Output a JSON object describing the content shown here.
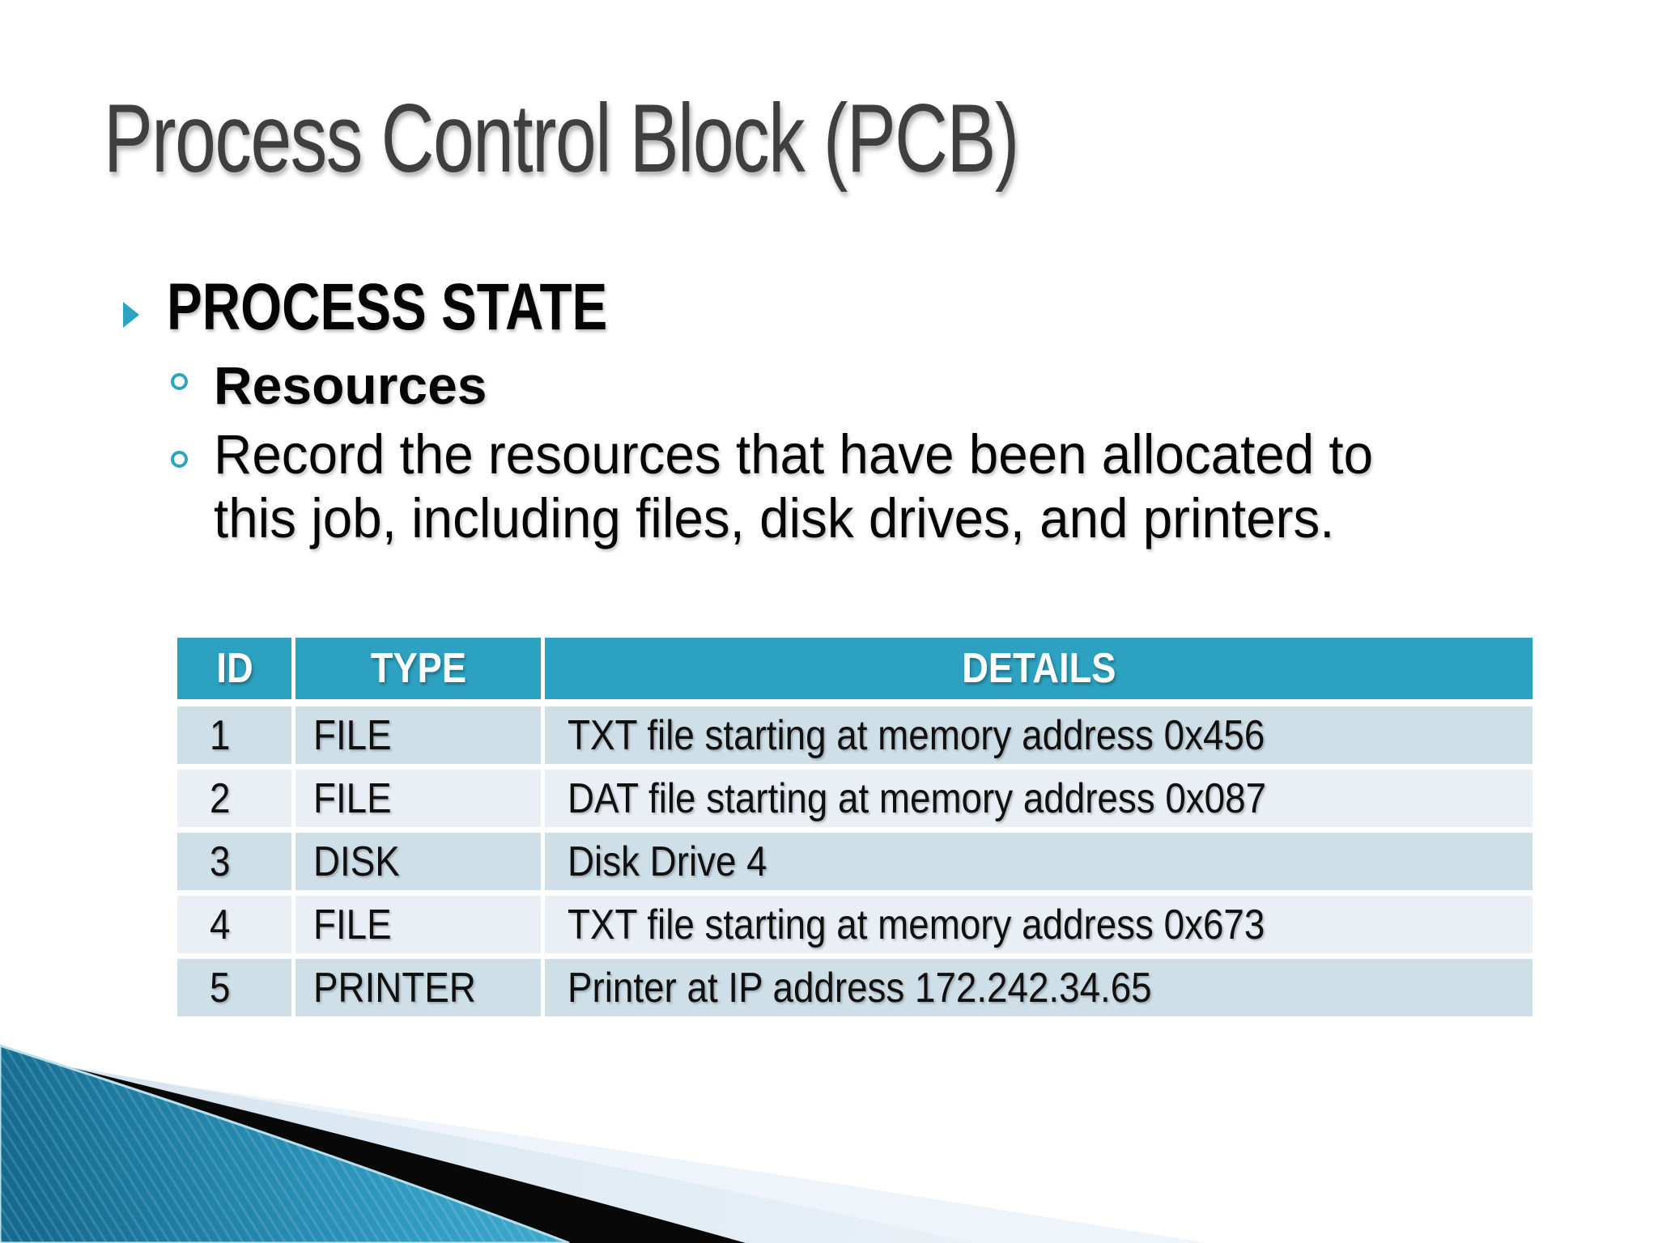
{
  "slide": {
    "title": "Process Control Block (PCB)",
    "content": {
      "heading": "PROCESS STATE",
      "sub_bullet_1": "Resources",
      "sub_bullet_2_lines": [
        "Record the resources that have been allocated to",
        "this job, including files, disk drives, and printers."
      ]
    },
    "table": {
      "headers": [
        "ID",
        "TYPE",
        "DETAILS"
      ],
      "rows": [
        [
          "1",
          "FILE",
          "TXT file starting at memory address 0x456"
        ],
        [
          "2",
          "FILE",
          "DAT file starting at memory address 0x087"
        ],
        [
          "3",
          "DISK",
          "Disk Drive 4"
        ],
        [
          "4",
          "FILE",
          "TXT file starting at memory address 0x673"
        ],
        [
          "5",
          "PRINTER",
          "Printer at IP address 172.242.34.65"
        ]
      ]
    },
    "icons": {
      "bullet": "triangle-right",
      "sub_bullet": "circle-outline"
    },
    "colors": {
      "title_gray": "#3f3f3f",
      "accent_teal": "#2ba3c4",
      "table_header_bg": "#2da1c0",
      "row_odd": "#cfdfe7",
      "row_even": "#e9eff5",
      "swoosh_teal_dark": "#156a8e",
      "swoosh_teal_mid": "#2e96bc",
      "swoosh_teal_light": "#49b8d8",
      "swoosh_black": "#080808",
      "swoosh_light_band": "#d5e3ee",
      "swoosh_ghost_band": "#eef4f9",
      "swoosh_edge_line": "#b9dfea"
    }
  }
}
